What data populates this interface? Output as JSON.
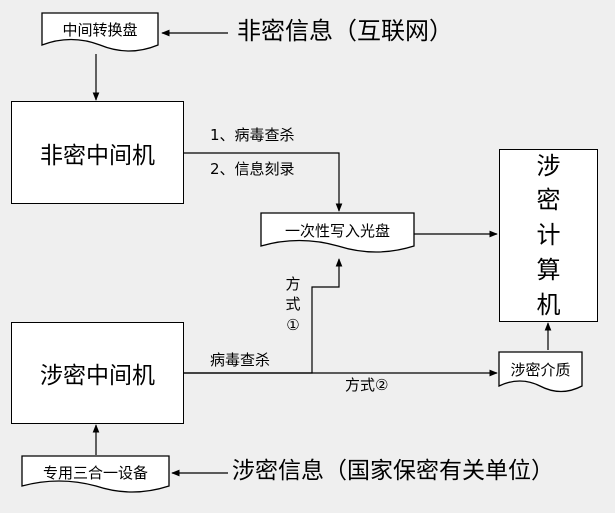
{
  "nodes": {
    "transfer_disc": "中间转换盘",
    "nonsecret_pc": "非密中间机",
    "write_once_disc": "一次性写入光盘",
    "secret_computer_chars": [
      "涉",
      "密",
      "计",
      "算",
      "机"
    ],
    "secret_pc": "涉密中间机",
    "secret_media": "涉密介质",
    "three_in_one_device": "专用三合一设备"
  },
  "labels": {
    "nonsecret_info": "非密信息（互联网）",
    "step1": "1、病毒查杀",
    "step2": "2、信息刻录",
    "method1_chars": [
      "方",
      "式",
      "①"
    ],
    "virus_scan": "病毒查杀",
    "method2": "方式②",
    "secret_info": "涉密信息（国家保密有关单位）"
  }
}
